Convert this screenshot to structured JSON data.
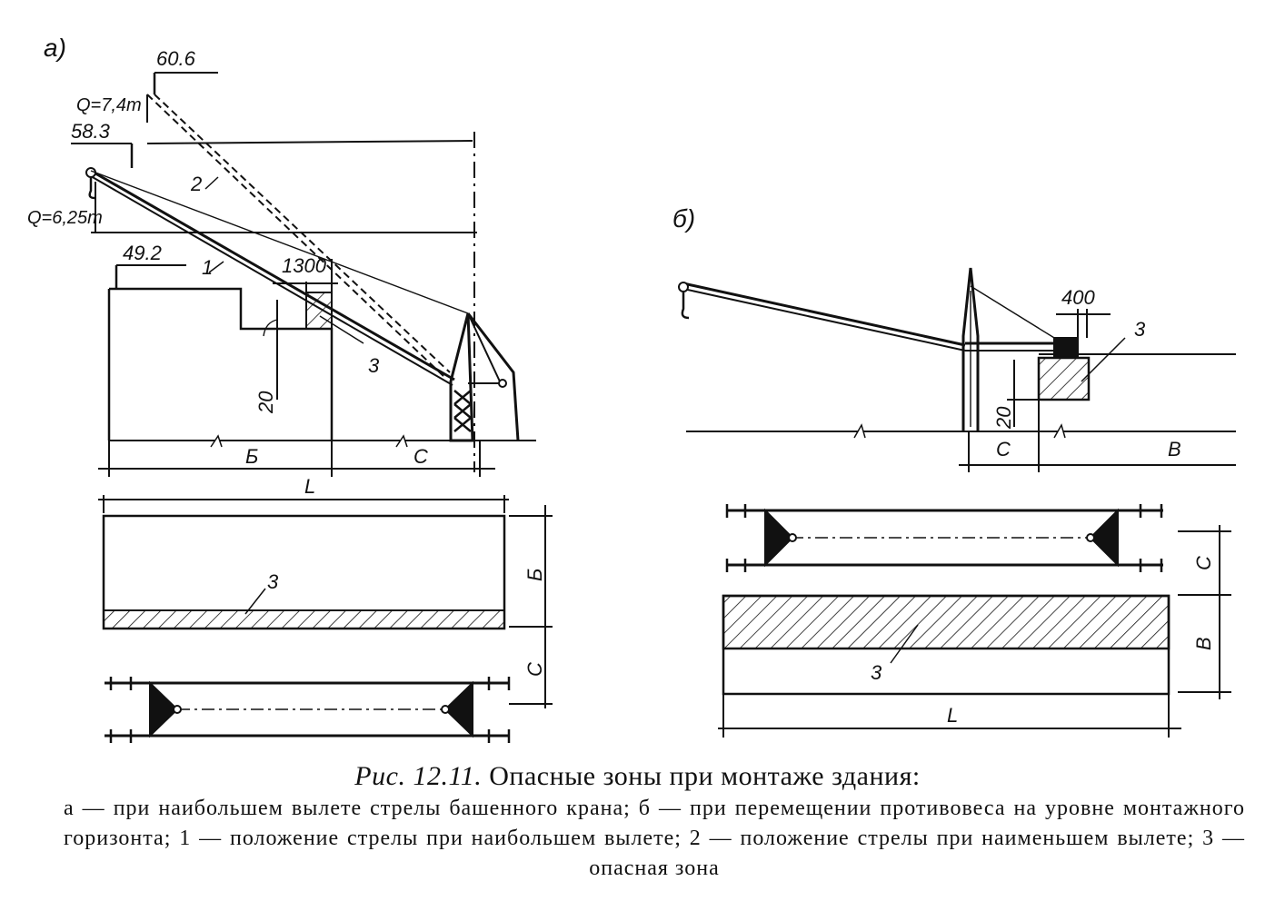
{
  "panel_a": {
    "panel_label": "а)",
    "height_60_6": "60.6",
    "load_q1": "Q=7,4т",
    "height_58_3": "58.3",
    "load_q2": "Q=6,25т",
    "height_49_2": "49.2",
    "dim_1300": "1300",
    "boom_1": "1",
    "boom_2": "2",
    "zone_3": "3",
    "dim_20": "20",
    "width_b": "Б",
    "width_c": "С",
    "length_l": "L",
    "plan_b": "Б",
    "plan_c": "С",
    "plan_zone_3": "3"
  },
  "panel_b": {
    "panel_label": "б)",
    "dim_400": "400",
    "zone_3": "3",
    "dim_20": "20",
    "width_c": "С",
    "width_b": "В",
    "plan_c": "С",
    "plan_b": "В",
    "plan_zone_3": "3",
    "length_l": "L"
  },
  "caption": {
    "prefix": "Рис. 12.11.",
    "title": "Опасные зоны при монтаже здания:",
    "lines": [
      "а — при наибольшем вылете стрелы башенного крана; б — при перемещении противовеса на уровне монтажного горизонта; 1 — положение стрелы при наибольшем вылете; 2 — положение стрелы при наименьшем вылете; 3 — опасная зона"
    ]
  }
}
